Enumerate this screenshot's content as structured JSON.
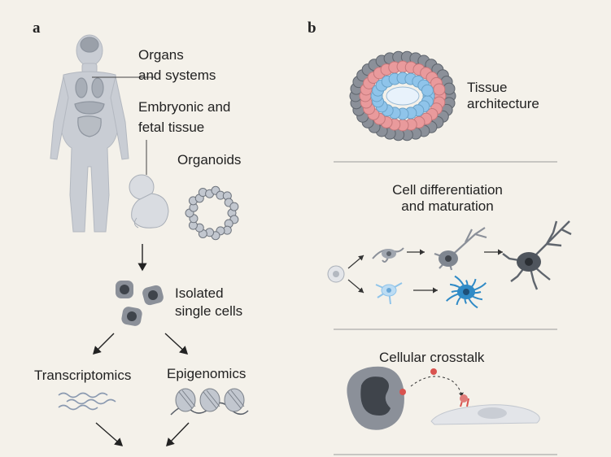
{
  "panel_a": {
    "label": "a",
    "organs": [
      "Organs",
      "and systems"
    ],
    "embryonic": [
      "Embryonic and",
      "fetal tissue"
    ],
    "organoids": "Organoids",
    "isolated": [
      "Isolated",
      "single cells"
    ],
    "transcriptomics": "Transcriptomics",
    "epigenomics": "Epigenomics"
  },
  "panel_b": {
    "label": "b",
    "tissue": [
      "Tissue",
      "architecture"
    ],
    "differentiation": [
      "Cell differentiation",
      "and maturation"
    ],
    "crosstalk": "Cellular crosstalk"
  },
  "colors": {
    "background": "#f4f1ea",
    "body_gray": "#c9cdd4",
    "cell_dark": "#555b63",
    "pink": "#e99a9c",
    "blue": "#8fc4ea",
    "neuron_blue": "#2f8ac6",
    "red_dot": "#d9534f"
  }
}
